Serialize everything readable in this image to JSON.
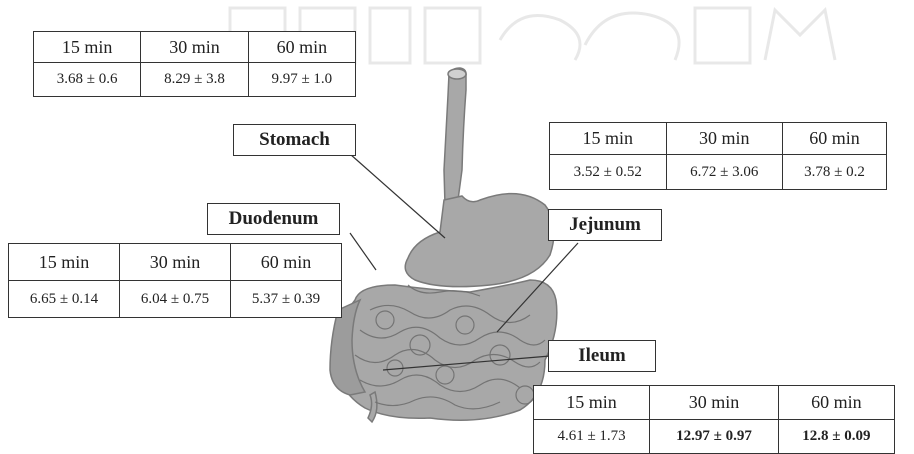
{
  "tables": {
    "stomach": {
      "headers": [
        "15 min",
        "30 min",
        "60 min"
      ],
      "values": [
        "3.68 ± 0.6",
        "8.29 ± 3.8",
        "9.97 ± 1.0"
      ]
    },
    "jejunum": {
      "headers": [
        "15 min",
        "30 min",
        "60 min"
      ],
      "values": [
        "3.52 ± 0.52",
        "6.72 ± 3.06",
        "3.78 ± 0.2"
      ]
    },
    "duodenum": {
      "headers": [
        "15 min",
        "30 min",
        "60 min"
      ],
      "values": [
        "6.65 ± 0.14",
        "6.04 ± 0.75",
        "5.37 ± 0.39"
      ]
    },
    "ileum": {
      "headers": [
        "15 min",
        "30 min",
        "60 min"
      ],
      "values": [
        "4.61 ± 1.73",
        "12.97 ± 0.97",
        "12.8 ± 0.09"
      ]
    }
  },
  "labels": {
    "stomach": "Stomach",
    "duodenum": "Duodenum",
    "jejunum": "Jejunum",
    "ileum": "Ileum"
  },
  "colors": {
    "organ_fill": "#a8a8a8",
    "organ_stroke": "#7a7a7a",
    "border": "#333333",
    "watermark": "#e6e6e6"
  }
}
